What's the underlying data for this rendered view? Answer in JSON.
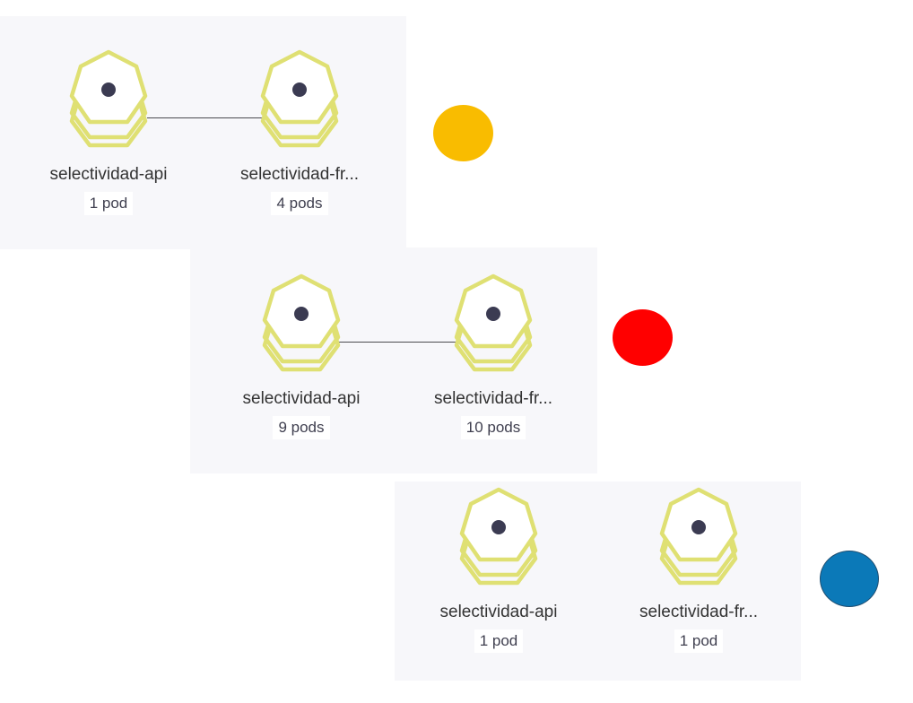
{
  "groups": [
    {
      "status_color": "#f9bc00",
      "nodes": [
        {
          "name": "selectividad-api",
          "count": "1 pod",
          "icon": "stacked-heptagon-icon"
        },
        {
          "name": "selectividad-fr...",
          "count": "4 pods",
          "icon": "stacked-heptagon-icon"
        }
      ]
    },
    {
      "status_color": "#ff0000",
      "nodes": [
        {
          "name": "selectividad-api",
          "count": "9 pods",
          "icon": "stacked-heptagon-icon"
        },
        {
          "name": "selectividad-fr...",
          "count": "10 pods",
          "icon": "stacked-heptagon-icon"
        }
      ]
    },
    {
      "status_color": "#0b79b8",
      "nodes": [
        {
          "name": "selectividad-api",
          "count": "1 pod",
          "icon": "stacked-heptagon-icon"
        },
        {
          "name": "selectividad-fr...",
          "count": "1 pod",
          "icon": "stacked-heptagon-icon"
        }
      ]
    }
  ],
  "colors": {
    "hex_stroke": "#dfe073",
    "dot": "#3b3b52",
    "panel_bg": "#f7f7fa"
  }
}
